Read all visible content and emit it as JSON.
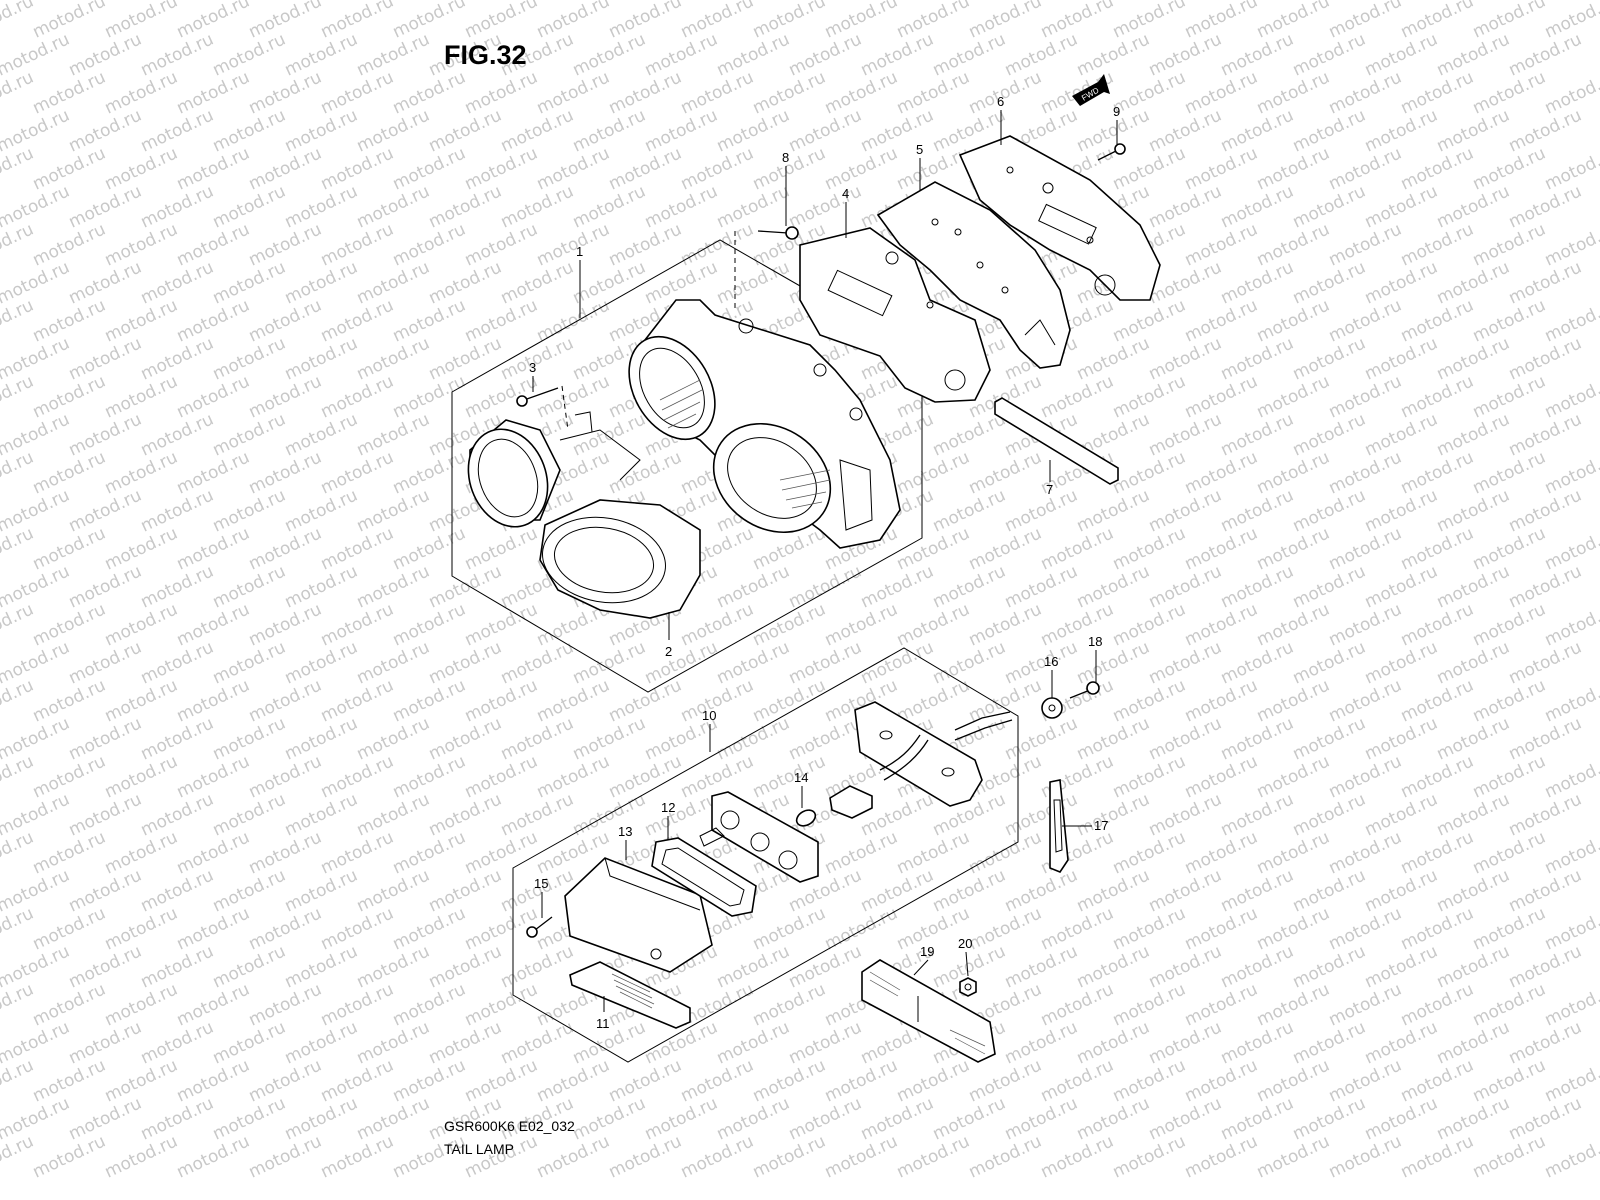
{
  "figure": {
    "title": "FIG.32",
    "code": "GSR600K6 E02_032",
    "name": "TAIL LAMP",
    "direction_marker": "FWD",
    "watermark": "motod.ru"
  },
  "callouts": {
    "c1": "1",
    "c2": "2",
    "c3": "3",
    "c4": "4",
    "c5": "5",
    "c6": "6",
    "c7": "7",
    "c8": "8",
    "c9": "9",
    "c10": "10",
    "c11": "11",
    "c12": "12",
    "c13": "13",
    "c14": "14",
    "c15": "15",
    "c16": "16",
    "c17": "17",
    "c18": "18",
    "c19": "19",
    "c20": "20"
  }
}
